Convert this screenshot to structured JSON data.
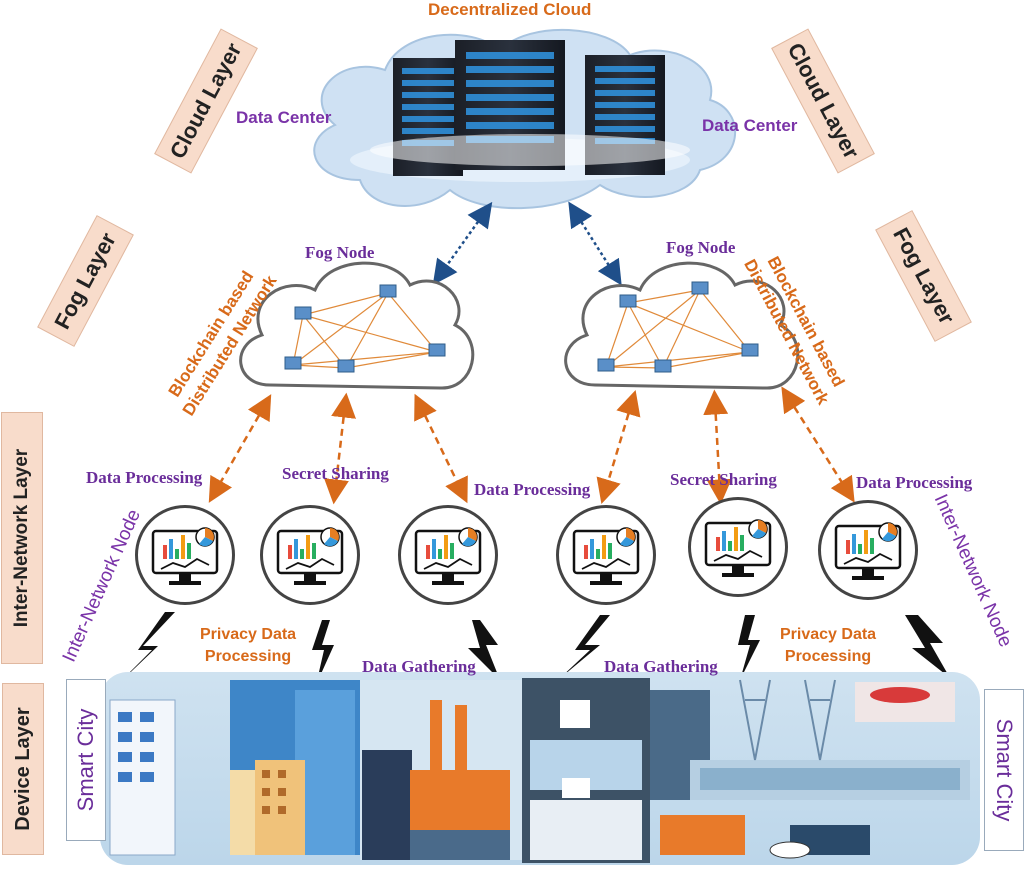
{
  "title": "Decentralized Cloud",
  "layers": {
    "cloud_left": "Cloud Layer",
    "cloud_right": "Cloud Layer",
    "fog_left": "Fog Layer",
    "fog_right": "Fog Layer",
    "inter_network": "Inter-Network  Layer",
    "device": "Device Layer"
  },
  "cloud": {
    "data_center_left": "Data Center",
    "data_center_right": "Data Center"
  },
  "fog": {
    "node_left": "Fog Node",
    "node_right": "Fog Node",
    "blockchain_left_1": "Blockchain based",
    "blockchain_left_2": "Distributed Network",
    "blockchain_right_1": "Blockchain based",
    "blockchain_right_2": "Distributed Network"
  },
  "inter": {
    "label_1": "Data Processing",
    "label_2": "Secret Sharing",
    "label_3": "Data Processing",
    "label_4": "Secret Sharing",
    "label_5": "Data Processing",
    "node_left": "Inter-Network Node",
    "node_right": "Inter-Network Node",
    "privacy_left_1": "Privacy Data",
    "privacy_left_2": "Processing",
    "privacy_right_1": "Privacy Data",
    "privacy_right_2": "Processing",
    "gathering_left": "Data Gathering",
    "gathering_right": "Data Gathering"
  },
  "device": {
    "smart_city_left": "Smart City",
    "smart_city_right": "Smart City"
  },
  "colors": {
    "purple": "#6a2d9a",
    "orange": "#d86a1a",
    "layer_box": "#f8dccb",
    "city_band": "#cfe2f0"
  }
}
